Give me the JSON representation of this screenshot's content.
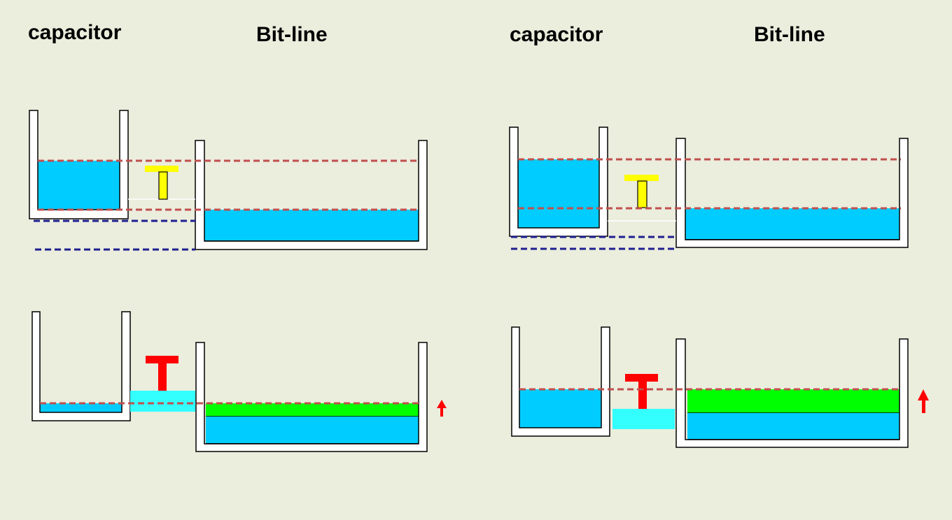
{
  "labels": {
    "left_capacitor": "capacitor",
    "left_bitline": "Bit-line",
    "right_capacitor": "capacitor",
    "right_bitline": "Bit-line"
  },
  "colors": {
    "background": "#ebeddd",
    "water": "#00ccff",
    "raised_water": "#00ff00",
    "channel": "#33ffff",
    "gate_off": "#ffff00",
    "gate_on": "#ff0000",
    "arrow": "#ff0000",
    "level_line": "#c0504d",
    "reference_line": "#1f1f8f"
  },
  "icons": {
    "gate": "t-gate-icon",
    "arrow": "up-arrow-icon"
  }
}
